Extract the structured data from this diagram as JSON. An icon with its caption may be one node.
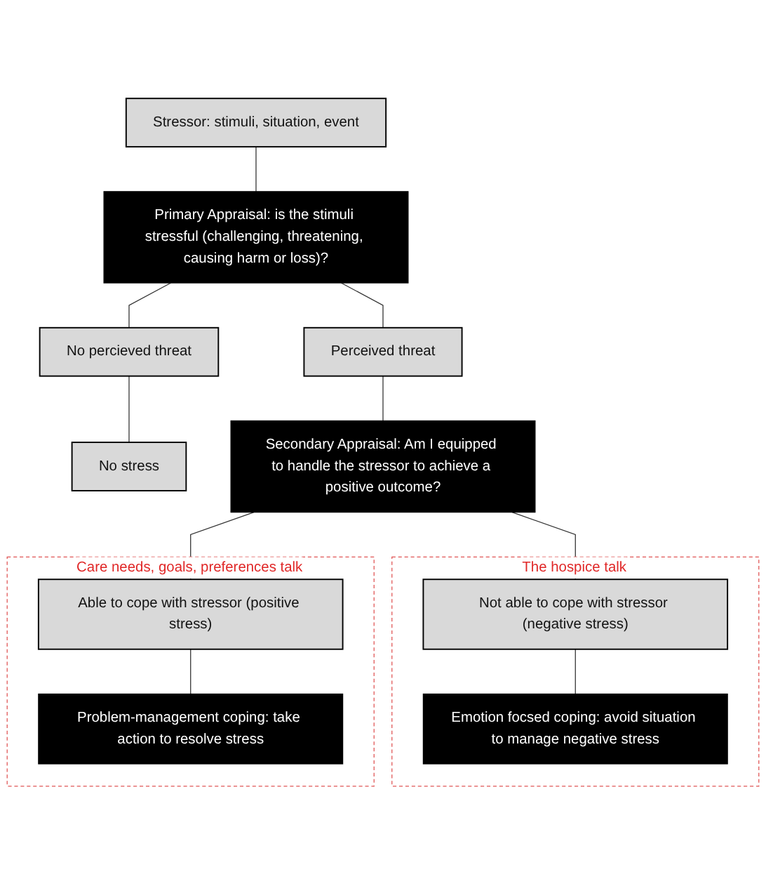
{
  "diagram": {
    "nodes": [
      {
        "text": [
          "Stressor: stimuli, situation, event"
        ]
      },
      {
        "text": [
          "Primary Appraisal: is the stimuli stressful (challenging, threatening, causing harm or loss)?"
        ]
      },
      {
        "text": [
          "Perceived threat"
        ]
      },
      {
        "text": [
          "No percieved threat"
        ]
      },
      {
        "text": [
          "No stress"
        ]
      },
      {
        "text": [
          "Secondary Appraisal: Am I equipped to handle the stressor to achieve a positive outcome?"
        ]
      },
      {
        "text": [
          "The hospice talk"
        ]
      },
      {
        "text": [
          "Not able to cope with stressor (negative stress)"
        ],
        "in": 6
      },
      {
        "text": [
          "Emotion focsed coping: avoid situation to manage negative stress"
        ],
        "in": 6
      },
      {
        "text": [
          "Care needs, goals, preferences talk"
        ]
      },
      {
        "text": [
          "Able to cope with stressor (positive stress)"
        ],
        "in": 9
      },
      {
        "text": [
          "Problem-management coping: take action to resolve stress"
        ],
        "in": 9
      }
    ],
    "edges": [
      {
        "from": 0,
        "to": 1,
        "arrow": "none"
      },
      {
        "from": 1,
        "to": 2,
        "arrow": "none"
      },
      {
        "from": 1,
        "to": 3,
        "arrow": "none"
      },
      {
        "from": 3,
        "to": 4,
        "arrow": "none"
      },
      {
        "from": 2,
        "to": 5,
        "arrow": "none"
      },
      {
        "from": 5,
        "to": 7,
        "arrow": "none"
      },
      {
        "from": 5,
        "to": 10,
        "arrow": "none"
      },
      {
        "from": 7,
        "to": 8,
        "arrow": "none"
      },
      {
        "from": 10,
        "to": 11,
        "arrow": "none"
      }
    ]
  }
}
